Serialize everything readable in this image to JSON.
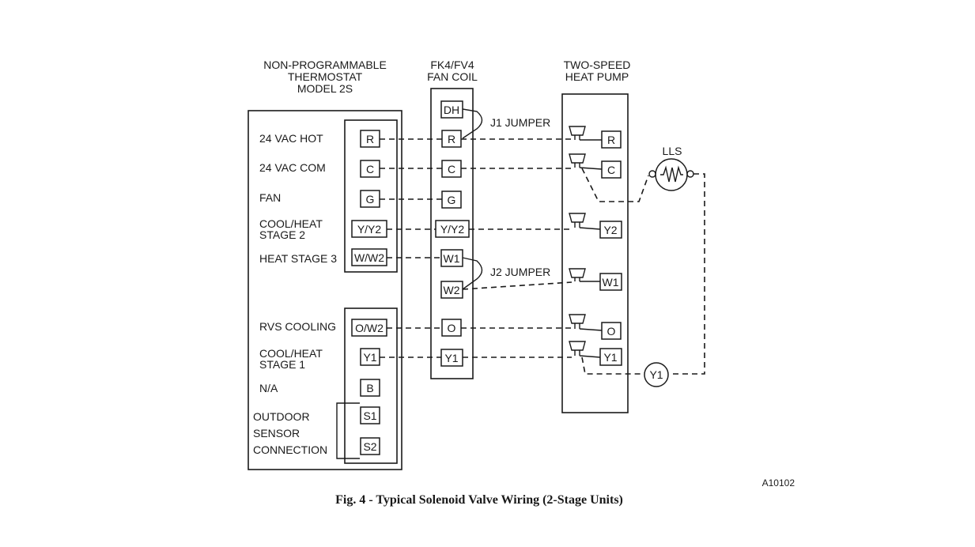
{
  "thermostat": {
    "title": [
      "NON-PROGRAMMABLE",
      "THERMOSTAT",
      "MODEL 2S"
    ],
    "labels": [
      "24 VAC HOT",
      "24 VAC COM",
      "FAN",
      "COOL/HEAT",
      "STAGE 2",
      "HEAT STAGE 3",
      "RVS COOLING",
      "COOL/HEAT",
      "STAGE 1",
      "N/A",
      "OUTDOOR",
      "SENSOR",
      "CONNECTION"
    ],
    "terminals": [
      "R",
      "C",
      "G",
      "Y/Y2",
      "W/W2",
      "O/W2",
      "Y1",
      "B",
      "S1",
      "S2"
    ]
  },
  "fan_coil": {
    "title": [
      "FK4/FV4",
      "FAN COIL"
    ],
    "terminals": [
      "DH",
      "R",
      "C",
      "G",
      "Y/Y2",
      "W1",
      "W2",
      "O",
      "Y1"
    ],
    "jumpers": [
      "J1 JUMPER",
      "J2 JUMPER"
    ]
  },
  "heat_pump": {
    "title": [
      "TWO-SPEED",
      "HEAT PUMP"
    ],
    "terminals": [
      "R",
      "C",
      "Y2",
      "W1",
      "O",
      "Y1"
    ]
  },
  "components": {
    "lls": "LLS",
    "y1_relay": "Y1"
  },
  "figure_code": "A10102",
  "caption": "Fig. 4 - Typical Solenoid Valve Wiring (2-Stage Units)"
}
